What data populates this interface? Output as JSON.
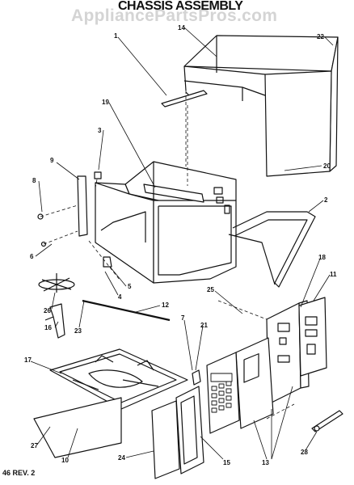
{
  "title": "CHASSIS ASSEMBLY",
  "watermark": "AppliancePartsPros.com",
  "footer_code": "46 REV. 2",
  "callouts": [
    {
      "id": "c1",
      "label": "1"
    },
    {
      "id": "c14",
      "label": "14"
    },
    {
      "id": "c22",
      "label": "22"
    },
    {
      "id": "c19",
      "label": "19"
    },
    {
      "id": "c3",
      "label": "3"
    },
    {
      "id": "c20",
      "label": "20"
    },
    {
      "id": "c9",
      "label": "9"
    },
    {
      "id": "c8",
      "label": "8"
    },
    {
      "id": "c2",
      "label": "2"
    },
    {
      "id": "c6",
      "label": "6"
    },
    {
      "id": "c18",
      "label": "18"
    },
    {
      "id": "c11",
      "label": "11"
    },
    {
      "id": "c5",
      "label": "5"
    },
    {
      "id": "c25a",
      "label": "25"
    },
    {
      "id": "c4",
      "label": "4"
    },
    {
      "id": "c26",
      "label": "26"
    },
    {
      "id": "c12",
      "label": "12"
    },
    {
      "id": "c7",
      "label": "7"
    },
    {
      "id": "c21",
      "label": "21"
    },
    {
      "id": "c16",
      "label": "16"
    },
    {
      "id": "c23",
      "label": "23"
    },
    {
      "id": "c17",
      "label": "17"
    },
    {
      "id": "c13",
      "label": "13"
    },
    {
      "id": "c28",
      "label": "28"
    },
    {
      "id": "c27",
      "label": "27"
    },
    {
      "id": "c24",
      "label": "24"
    },
    {
      "id": "c15",
      "label": "15"
    },
    {
      "id": "c10",
      "label": "10"
    }
  ]
}
